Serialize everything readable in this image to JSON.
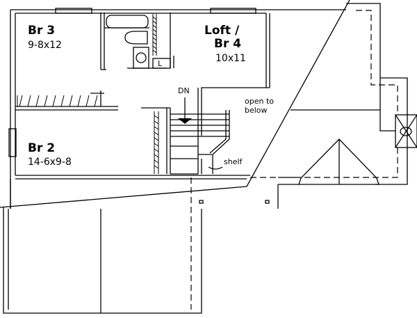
{
  "rooms": [
    {
      "name": "Br 3",
      "size": "9-8x12"
    },
    {
      "name_line1": "Loft /",
      "name_line2": "Br 4",
      "size": "10x11"
    },
    {
      "name": "Br 2",
      "size": "14-6x9-8"
    }
  ],
  "labels": {
    "stairs": "DN",
    "open_line1": "open to",
    "open_line2": "below",
    "shelf": "shelf",
    "linen": "L"
  }
}
